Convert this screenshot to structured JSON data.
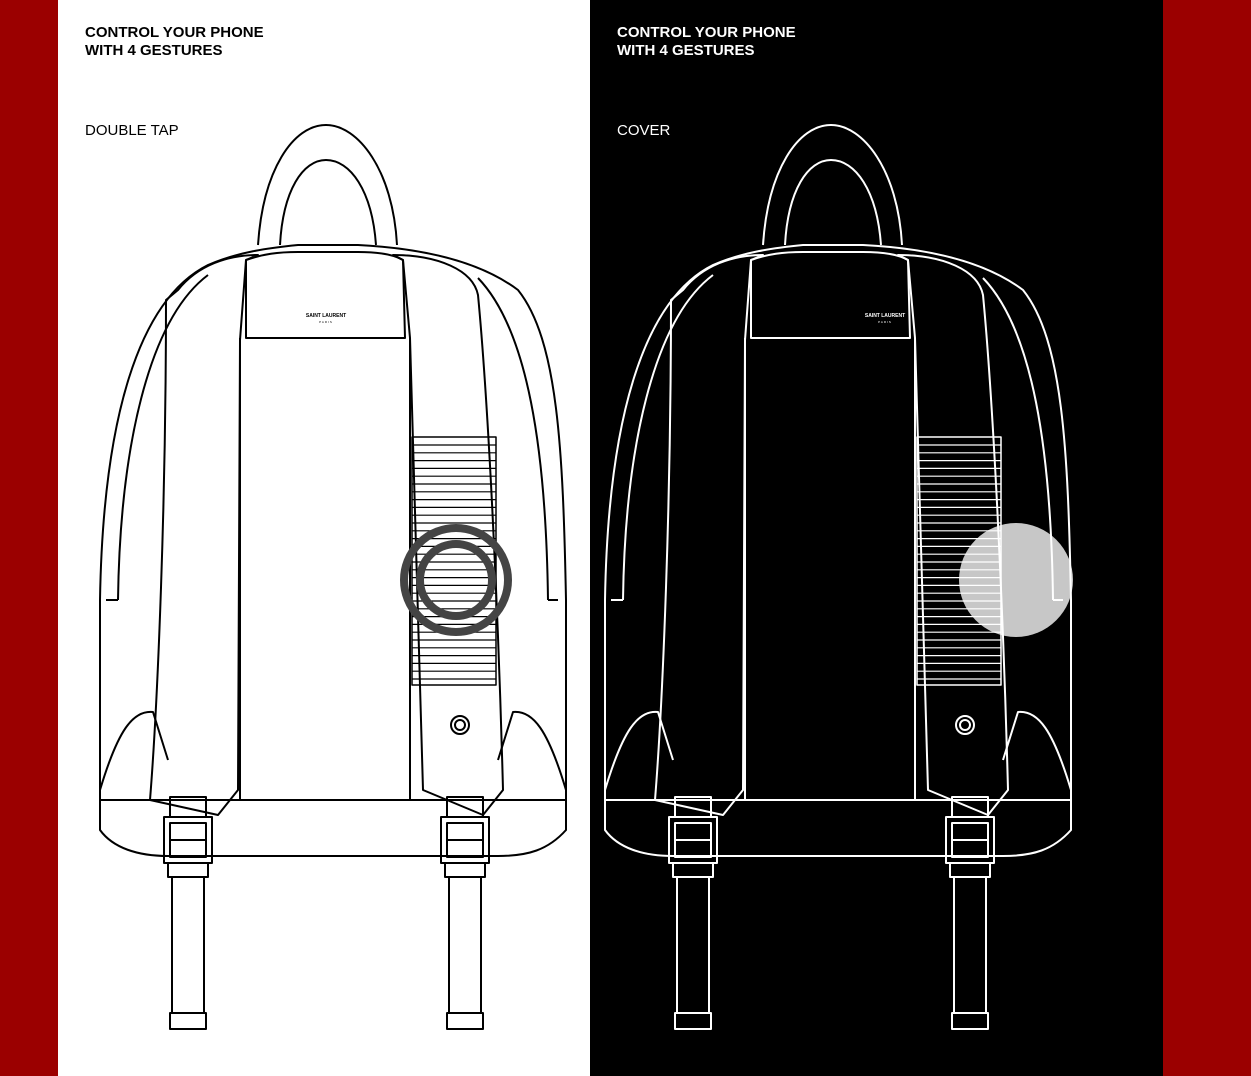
{
  "panels": [
    {
      "title_line1": "CONTROL YOUR PHONE",
      "title_line2": "WITH 4 GESTURES",
      "gesture": "DOUBLE TAP",
      "theme": "light",
      "indicator": "double-ring"
    },
    {
      "title_line1": "CONTROL YOUR PHONE",
      "title_line2": "WITH 4 GESTURES",
      "gesture": "COVER",
      "theme": "dark",
      "indicator": "filled-circle"
    }
  ],
  "logo": {
    "brand": "SAINT LAURENT",
    "city": "PARIS"
  },
  "colors": {
    "background": "#9b0000",
    "light_panel": "#ffffff",
    "dark_panel": "#000000",
    "ring": "#444444"
  }
}
